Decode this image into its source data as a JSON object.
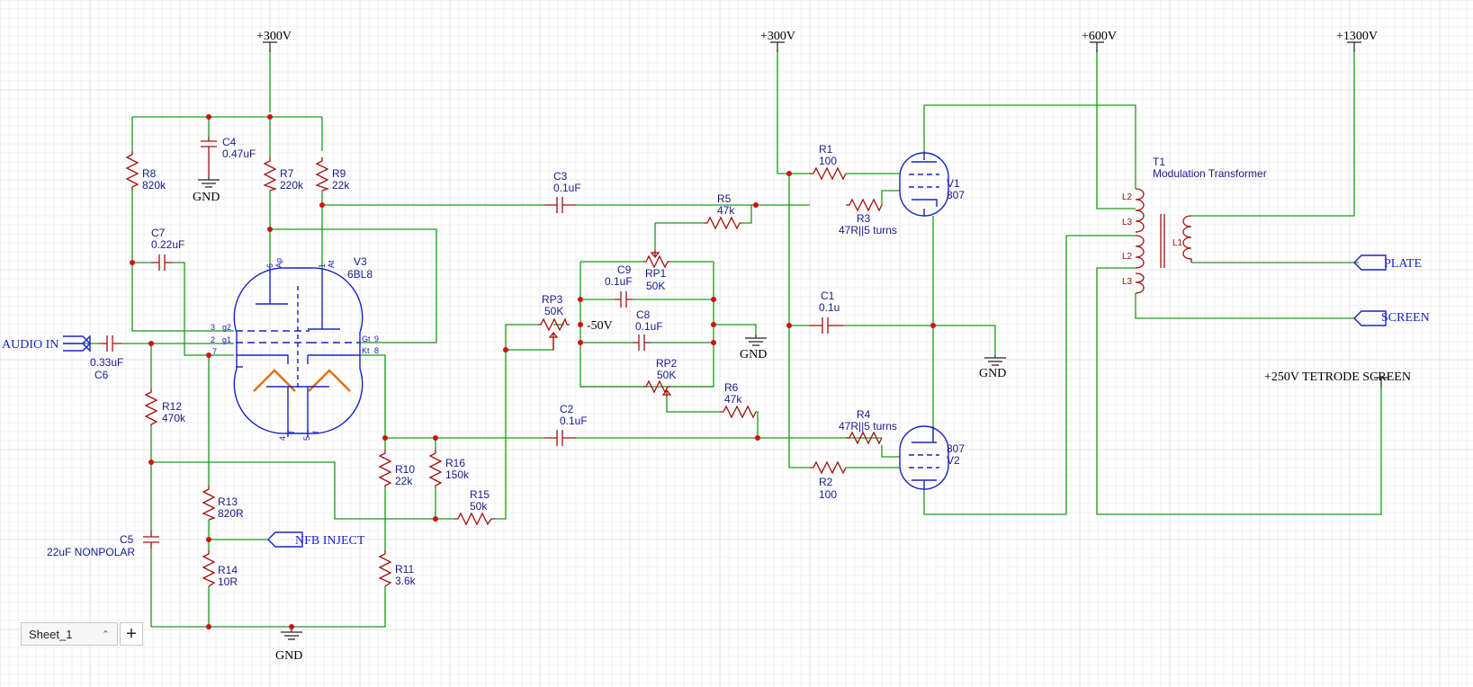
{
  "power_labels": [
    "+300V",
    "+300V",
    "+600V",
    "+1300V"
  ],
  "gnd_label": "GND",
  "ports": {
    "audio_in": "AUDIO IN",
    "nfb_inject": "NFB INJECT",
    "plate": "PLATE",
    "screen": "SCREEN"
  },
  "net_labels": {
    "neg50v": "-50V",
    "tetrode_screen": "+250V TETRODE SCREEN"
  },
  "components": {
    "R8": {
      "ref": "R8",
      "value": "820k"
    },
    "C4": {
      "ref": "C4",
      "value": "0.47uF"
    },
    "R7": {
      "ref": "R7",
      "value": "220k"
    },
    "R9": {
      "ref": "R9",
      "value": "22k"
    },
    "C7": {
      "ref": "C7",
      "value": "0.22uF"
    },
    "V3": {
      "ref": "V3",
      "value": "6BL8"
    },
    "C6": {
      "ref": "C6",
      "value": "0.33uF"
    },
    "R12": {
      "ref": "R12",
      "value": "470k"
    },
    "R13": {
      "ref": "R13",
      "value": "820R"
    },
    "C5": {
      "ref": "C5",
      "value": "22uF NONPOLAR"
    },
    "R14": {
      "ref": "R14",
      "value": "10R"
    },
    "R10": {
      "ref": "R10",
      "value": "22k"
    },
    "R16": {
      "ref": "R16",
      "value": "150k"
    },
    "R15": {
      "ref": "R15",
      "value": "50k"
    },
    "R11": {
      "ref": "R11",
      "value": "3.6k"
    },
    "C3": {
      "ref": "C3",
      "value": "0.1uF"
    },
    "C2": {
      "ref": "C2",
      "value": "0.1uF"
    },
    "RP3": {
      "ref": "RP3",
      "value": "50K"
    },
    "C9": {
      "ref": "C9",
      "value": "0.1uF"
    },
    "RP1": {
      "ref": "RP1",
      "value": "50K"
    },
    "C8": {
      "ref": "C8",
      "value": "0.1uF"
    },
    "RP2": {
      "ref": "RP2",
      "value": "50K"
    },
    "R5": {
      "ref": "R5",
      "value": "47k"
    },
    "R6": {
      "ref": "R6",
      "value": "47k"
    },
    "R1": {
      "ref": "R1",
      "value": "100"
    },
    "R2": {
      "ref": "R2",
      "value": "100"
    },
    "R3": {
      "ref": "R3",
      "value": "47R||5 turns"
    },
    "R4": {
      "ref": "R4",
      "value": "47R||5 turns"
    },
    "C1": {
      "ref": "C1",
      "value": "0.1u"
    },
    "V1": {
      "ref": "V1",
      "value": "807"
    },
    "V2": {
      "ref": "V2",
      "value": "807"
    },
    "T1": {
      "ref": "T1",
      "value": "Modulation Transformer"
    }
  },
  "pin_labels": {
    "v3": [
      "6",
      "Ap",
      "1",
      "At",
      "3",
      "g2",
      "2",
      "g1",
      "7",
      "Gt",
      "9",
      "Kt",
      "8",
      "4",
      "f",
      "5",
      "f"
    ],
    "t1": [
      "L2",
      "L3",
      "L1",
      "L2",
      "L3"
    ]
  },
  "sheet_tab": {
    "label": "Sheet_1",
    "add": "+"
  }
}
